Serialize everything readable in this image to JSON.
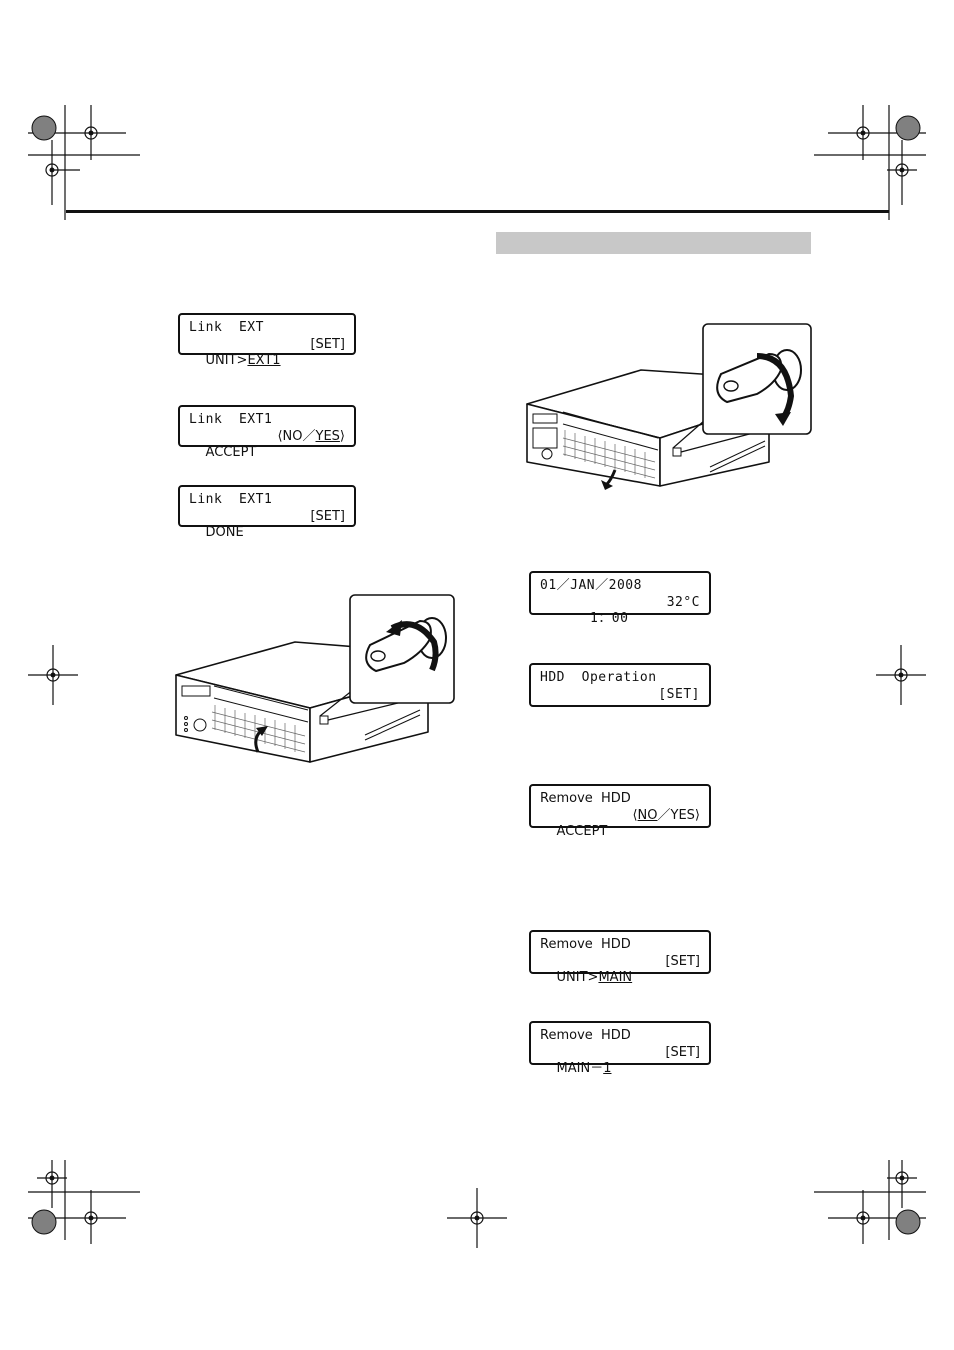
{
  "left_column": {
    "lcd1": {
      "line1": "Link  EXT",
      "line2_prefix": "UNIT>",
      "line2_value": "EXT1",
      "line2_right": "[SET]"
    },
    "lcd2": {
      "line1": "Link  EXT1",
      "line2_left": "ACCEPT",
      "line2_open": "⟨NO／",
      "line2_value": "YES",
      "line2_close": "⟩"
    },
    "lcd3": {
      "line1": "Link  EXT1",
      "line2_left": "DONE",
      "line2_right": "[SET]"
    }
  },
  "right_column": {
    "lcd4": {
      "line1": "01／JAN／2008",
      "line2_left": "  1：00",
      "line2_right": "32°C"
    },
    "lcd5": {
      "line1": "HDD  Operation",
      "line2_right": "[SET]"
    },
    "lcd6": {
      "line1": "Remove  HDD",
      "line2_left": "ACCEPT",
      "line2_open": "⟨",
      "line2_value": "NO",
      "line2_close": "／YES⟩"
    },
    "lcd7": {
      "line1": "Remove  HDD",
      "line2_prefix": "UNIT>",
      "line2_value": "MAIN",
      "line2_right": "[SET]"
    },
    "lcd8": {
      "line1": "Remove  HDD",
      "line2_prefix": "MAIN－",
      "line2_value": "1",
      "line2_right": "[SET]"
    }
  },
  "colors": {
    "ink": "#111111",
    "band": "#c8c8c8",
    "mark_fill": "#808080"
  }
}
